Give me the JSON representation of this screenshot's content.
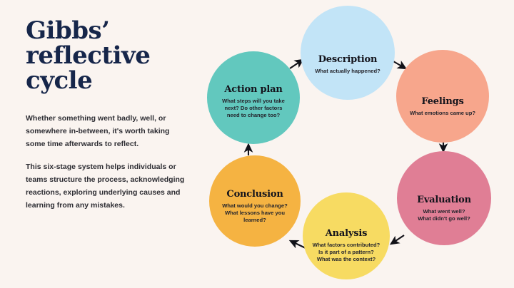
{
  "background_color": "#faf4f0",
  "header": {
    "title": "Gibbs’\nreflective\ncycle"
  },
  "intro": {
    "paragraph1": "Whether something went badly, well, or somewhere in-between, it's worth taking some time afterwards to reflect.",
    "paragraph2": "This six-stage system helps individuals or teams structure the process, acknowledging reactions, exploring underlying causes and learning from any mistakes."
  },
  "chart_data": {
    "type": "diagram",
    "title": "Gibbs’ reflective cycle",
    "layout": "clockwise-circular-cycle",
    "stage_count": 6,
    "stages": [
      {
        "order": 1,
        "label": "Description",
        "prompt": "What actually happened?",
        "color": "#c2e4f7"
      },
      {
        "order": 2,
        "label": "Feelings",
        "prompt": "What emotions came up?",
        "color": "#f7a68c"
      },
      {
        "order": 3,
        "label": "Evaluation",
        "prompt": "What went well?\nWhat didn't go well?",
        "color": "#e07e95"
      },
      {
        "order": 4,
        "label": "Analysis",
        "prompt": "What factors contributed?\nIs it part of a pattern?\nWhat was the context?",
        "color": "#f7db62"
      },
      {
        "order": 5,
        "label": "Conclusion",
        "prompt": "What would you change?\nWhat lessons have you\nlearned?",
        "color": "#f5b342"
      },
      {
        "order": 6,
        "label": "Action plan",
        "prompt": "What steps will you take\nnext? Do other factors\nneed to change too?",
        "color": "#62c8be"
      }
    ],
    "arrows": [
      {
        "from": "Description",
        "to": "Feelings"
      },
      {
        "from": "Feelings",
        "to": "Evaluation"
      },
      {
        "from": "Evaluation",
        "to": "Analysis"
      },
      {
        "from": "Analysis",
        "to": "Conclusion"
      },
      {
        "from": "Conclusion",
        "to": "Action plan"
      },
      {
        "from": "Action plan",
        "to": "Description"
      }
    ]
  }
}
